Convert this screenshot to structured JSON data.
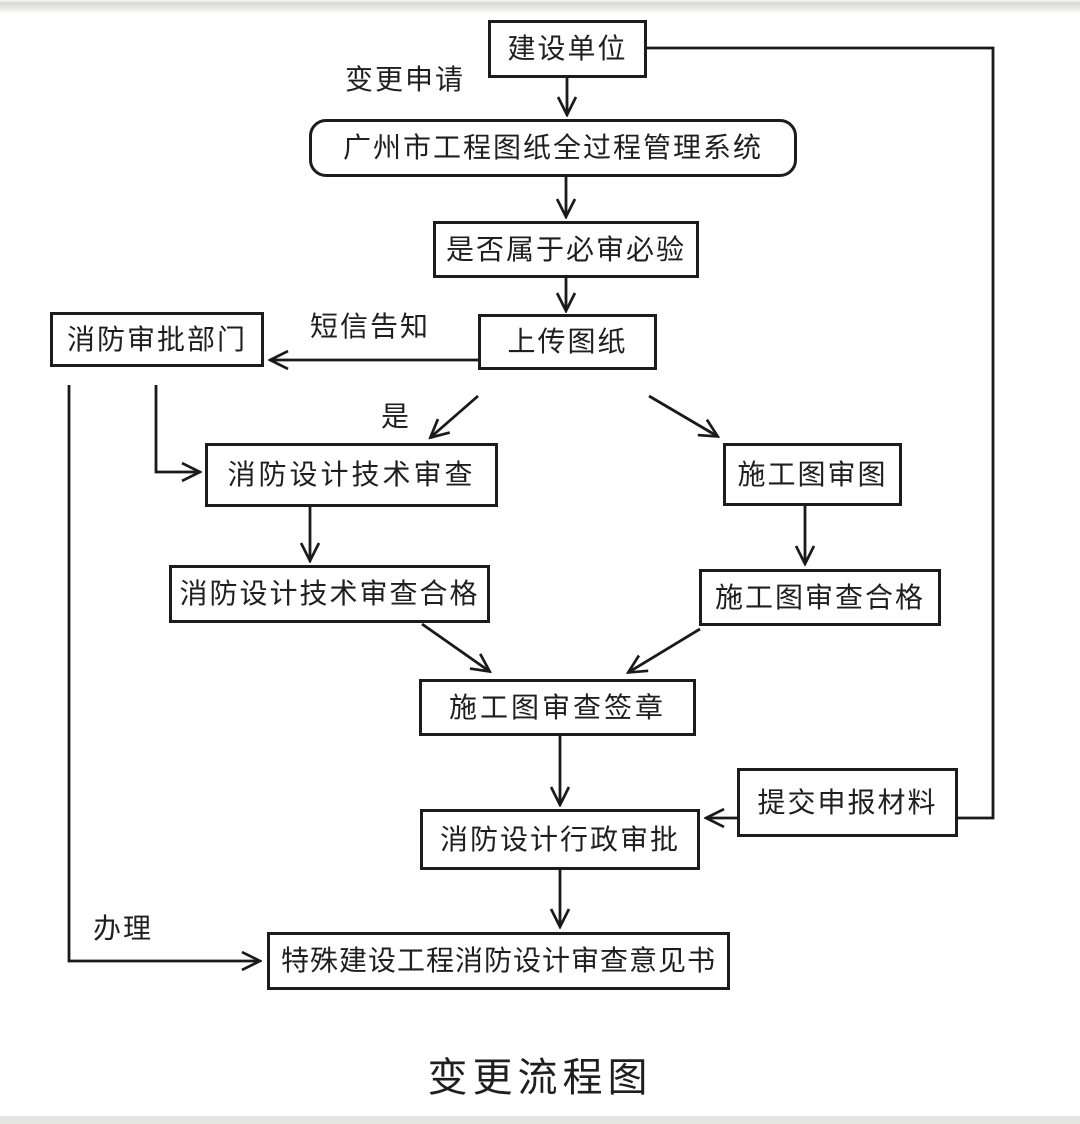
{
  "page": {
    "title": "变更流程图"
  },
  "nodes": {
    "construction_unit": {
      "label": "建设单位"
    },
    "management_system": {
      "label": "广州市工程图纸全过程管理系统"
    },
    "mandatory_review": {
      "label": "是否属于必审必验"
    },
    "upload_drawings": {
      "label": "上传图纸"
    },
    "fire_approval_dept": {
      "label": "消防审批部门"
    },
    "fire_design_tech_review": {
      "label": "消防设计技术审查"
    },
    "construction_drawing_review": {
      "label": "施工图审图"
    },
    "fire_design_tech_review_pass": {
      "label": "消防设计技术审查合格"
    },
    "construction_drawing_review_pass": {
      "label": "施工图审查合格"
    },
    "construction_drawing_review_seal": {
      "label": "施工图审查签章"
    },
    "submit_application_materials": {
      "label": "提交申报材料"
    },
    "fire_design_admin_approval": {
      "label": "消防设计行政审批"
    },
    "special_project_opinion": {
      "label": "特殊建设工程消防设计审查意见书"
    }
  },
  "edge_labels": {
    "change_application": "变更申请",
    "sms_notification": "短信告知",
    "yes": "是",
    "handle": "办理"
  },
  "colors": {
    "line": "#1a1a1a",
    "border": "#1c1c1c",
    "text": "#1f1f1f",
    "background": "#ffffff"
  }
}
